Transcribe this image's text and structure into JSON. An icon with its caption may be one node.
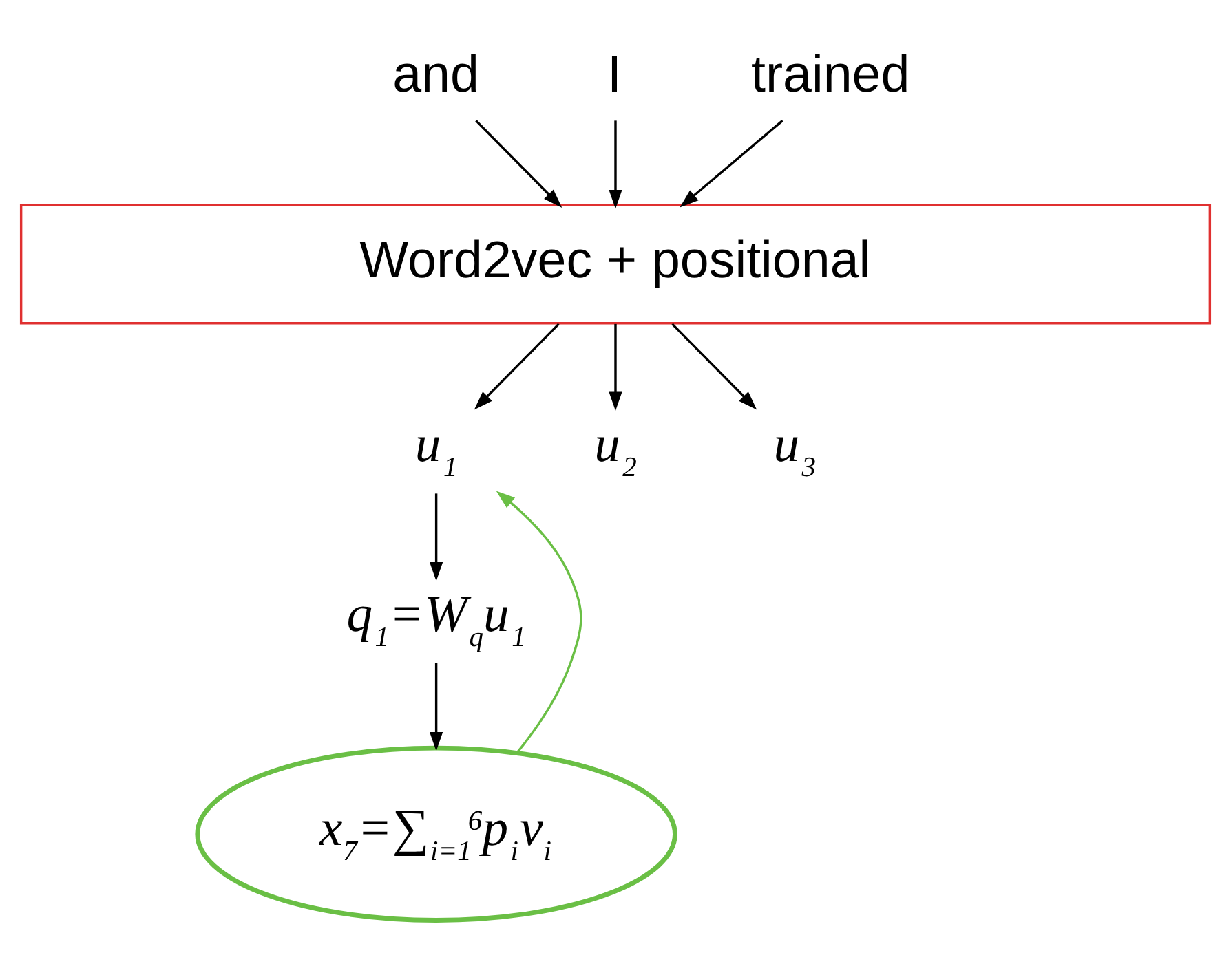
{
  "diagram": {
    "nodes": [
      {
        "text": [
          "and"
        ]
      },
      {
        "text": [
          "I"
        ]
      },
      {
        "text": [
          "trained"
        ]
      },
      {
        "text": [
          "Word2vec + positional"
        ]
      },
      {
        "text": [
          "u$_{1}$"
        ]
      },
      {
        "text": [
          "u$_{2}$"
        ]
      },
      {
        "text": [
          "u$_{3}$"
        ]
      },
      {
        "text": [
          "q$_{1}$=W$_{q}$u$_{1}$"
        ]
      },
      {
        "text": [
          "x$_{7}$=∑$_{i=1}$$^{6}$p$_{i}$v$_{i}$"
        ]
      }
    ],
    "edges": [
      {
        "from": 0,
        "to": 3,
        "arrow": "to"
      },
      {
        "from": 1,
        "to": 3,
        "arrow": "to"
      },
      {
        "from": 2,
        "to": 3,
        "arrow": "to"
      },
      {
        "from": 3,
        "to": 4,
        "arrow": "to"
      },
      {
        "from": 3,
        "to": 5,
        "arrow": "to"
      },
      {
        "from": 3,
        "to": 6,
        "arrow": "to"
      },
      {
        "from": 4,
        "to": 7,
        "arrow": "to"
      },
      {
        "from": 7,
        "to": 8,
        "arrow": "to"
      },
      {
        "from": 8,
        "to": 4,
        "arrow": "to",
        "color": "#6abf45"
      }
    ]
  }
}
